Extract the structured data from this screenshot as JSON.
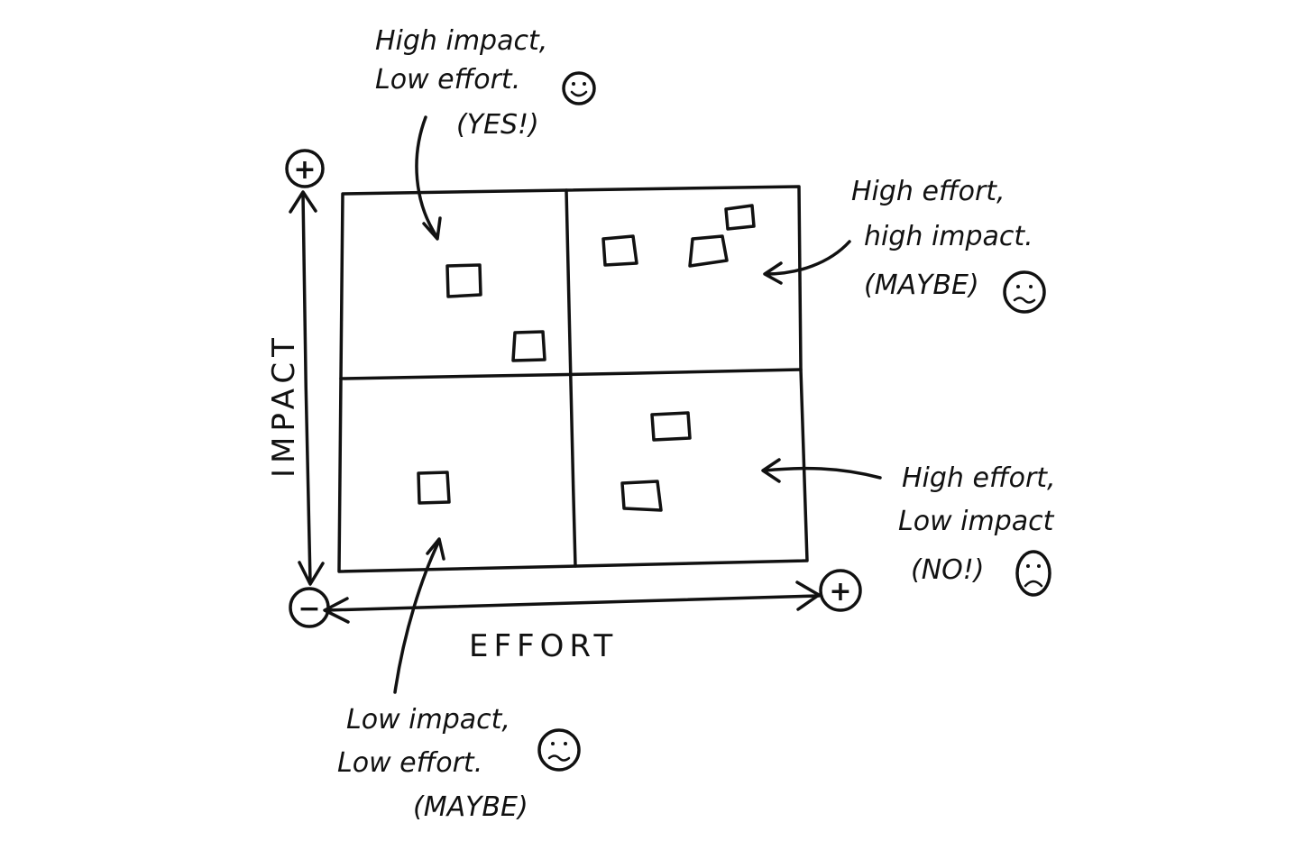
{
  "axes": {
    "y_label": "IMPACT",
    "x_label": "EFFORT",
    "y_plus": "+",
    "x_plus": "+",
    "origin_minus": "−"
  },
  "quadrants": {
    "top_left": {
      "line1": "High impact,",
      "line2": "Low effort.",
      "line3": "(YES!)",
      "face": "smile-face-icon",
      "items": 2
    },
    "top_right": {
      "line1": "High effort,",
      "line2": "high impact.",
      "line3": "(MAYBE)",
      "face": "wavy-face-icon",
      "items": 3
    },
    "bottom_left": {
      "line1": "Low impact,",
      "line2": "Low effort.",
      "line3": "(MAYBE)",
      "face": "wavy-face-icon",
      "items": 1
    },
    "bottom_right": {
      "line1": "High effort,",
      "line2": "Low impact",
      "line3": "(NO!)",
      "face": "frown-face-icon",
      "items": 2
    }
  },
  "colors": {
    "ink": "#111111",
    "paper": "#ffffff"
  }
}
